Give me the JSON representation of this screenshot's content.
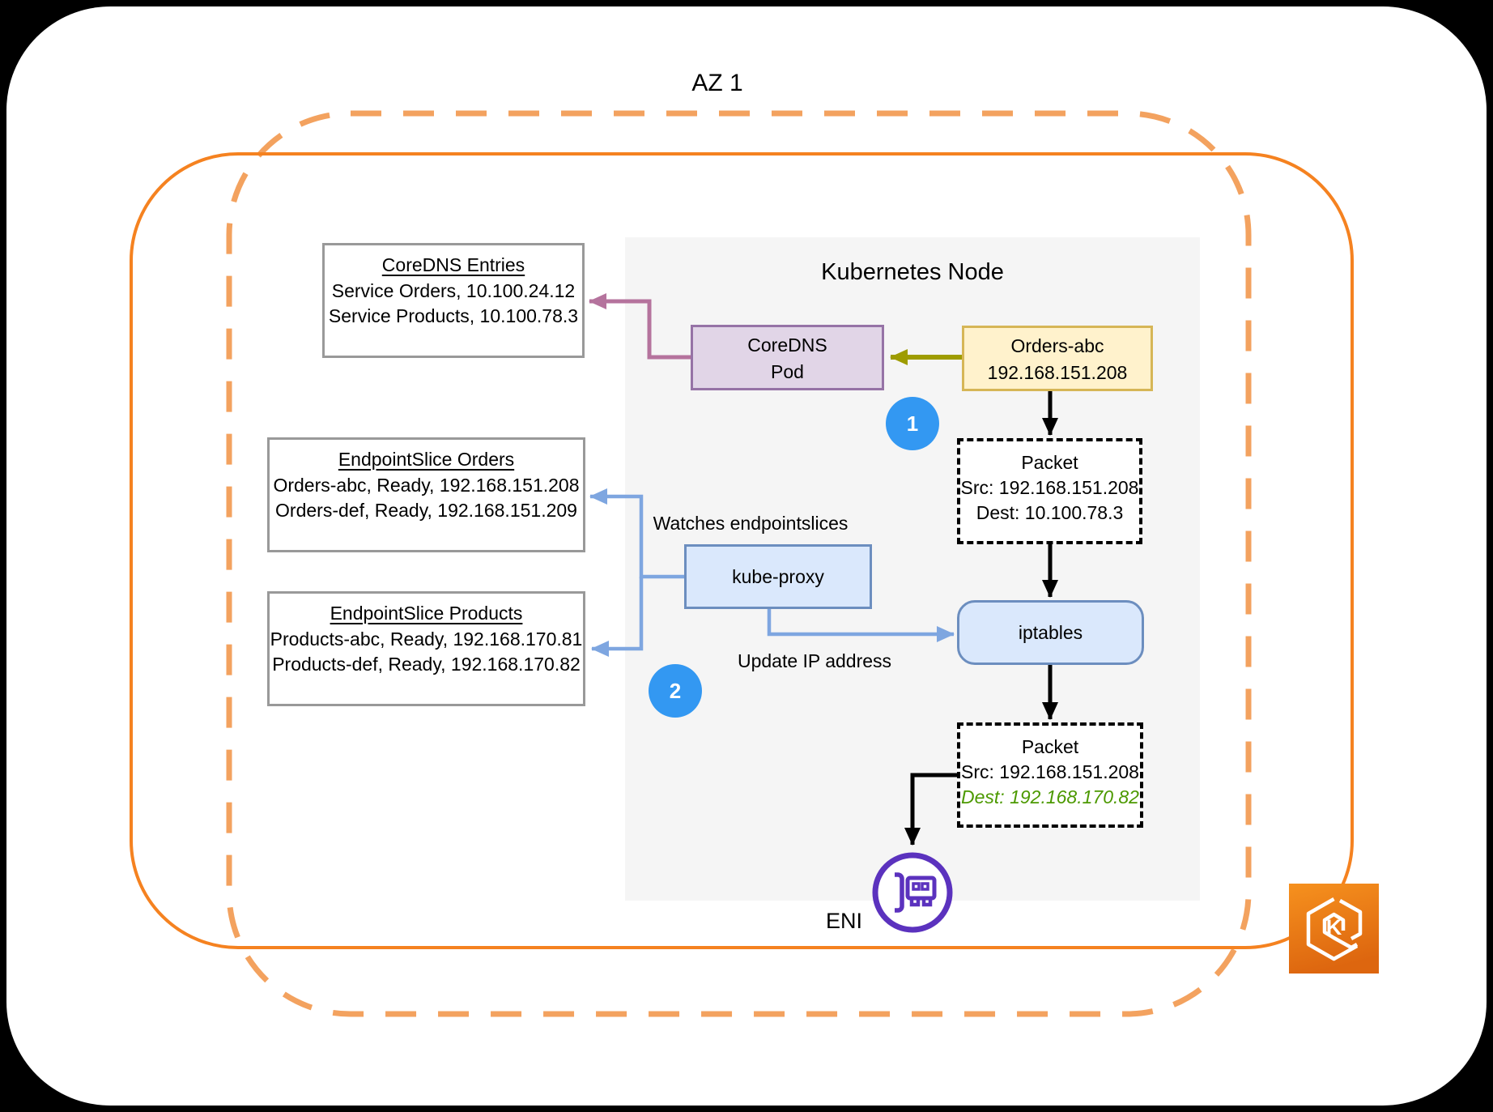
{
  "diagram": {
    "az_label": "AZ 1",
    "node_title": "Kubernetes Node",
    "coredns_entries": {
      "title": "CoreDNS Entries",
      "lines": [
        "Service Orders, 10.100.24.12",
        "Service Products, 10.100.78.3"
      ]
    },
    "endpointslice_orders": {
      "title": "EndpointSlice Orders",
      "lines": [
        "Orders-abc, Ready, 192.168.151.208",
        "Orders-def, Ready, 192.168.151.209"
      ]
    },
    "endpointslice_products": {
      "title": "EndpointSlice Products",
      "lines": [
        "Products-abc, Ready, 192.168.170.81",
        "Products-def, Ready, 192.168.170.82"
      ]
    },
    "coredns_pod": {
      "line1": "CoreDNS",
      "line2": "Pod"
    },
    "orders_pod": {
      "line1": "Orders-abc",
      "line2": "192.168.151.208"
    },
    "packet_before": {
      "title": "Packet",
      "src": "Src: 192.168.151.208",
      "dest": "Dest: 10.100.78.3"
    },
    "packet_after": {
      "title": "Packet",
      "src": "Src: 192.168.151.208",
      "dest": "Dest: 192.168.170.82"
    },
    "kube_proxy_label": "kube-proxy",
    "iptables_label": "iptables",
    "watches_label": "Watches endpointslices",
    "update_label": "Update IP address",
    "eni_label": "ENI",
    "step1": "1",
    "step2": "2",
    "eks_letter": "K",
    "colors": {
      "az_dashed_border": "#f3a25f",
      "vpc_solid_border": "#f58220",
      "node_fill": "#f5f5f5",
      "pod_fill": "#e1d5e7",
      "pod_border": "#9673a6",
      "orders_fill": "#fff2cc",
      "orders_border": "#d6b656",
      "blue_fill": "#dae8fc",
      "blue_border": "#6c8ebf",
      "arrow_pink": "#b5739d",
      "arrow_olive": "#9e9c00",
      "arrow_blue": "#7ea6e0",
      "badge_blue": "#3398f2",
      "dest_green": "#4c9900",
      "eni_purple": "#5b32be"
    }
  }
}
